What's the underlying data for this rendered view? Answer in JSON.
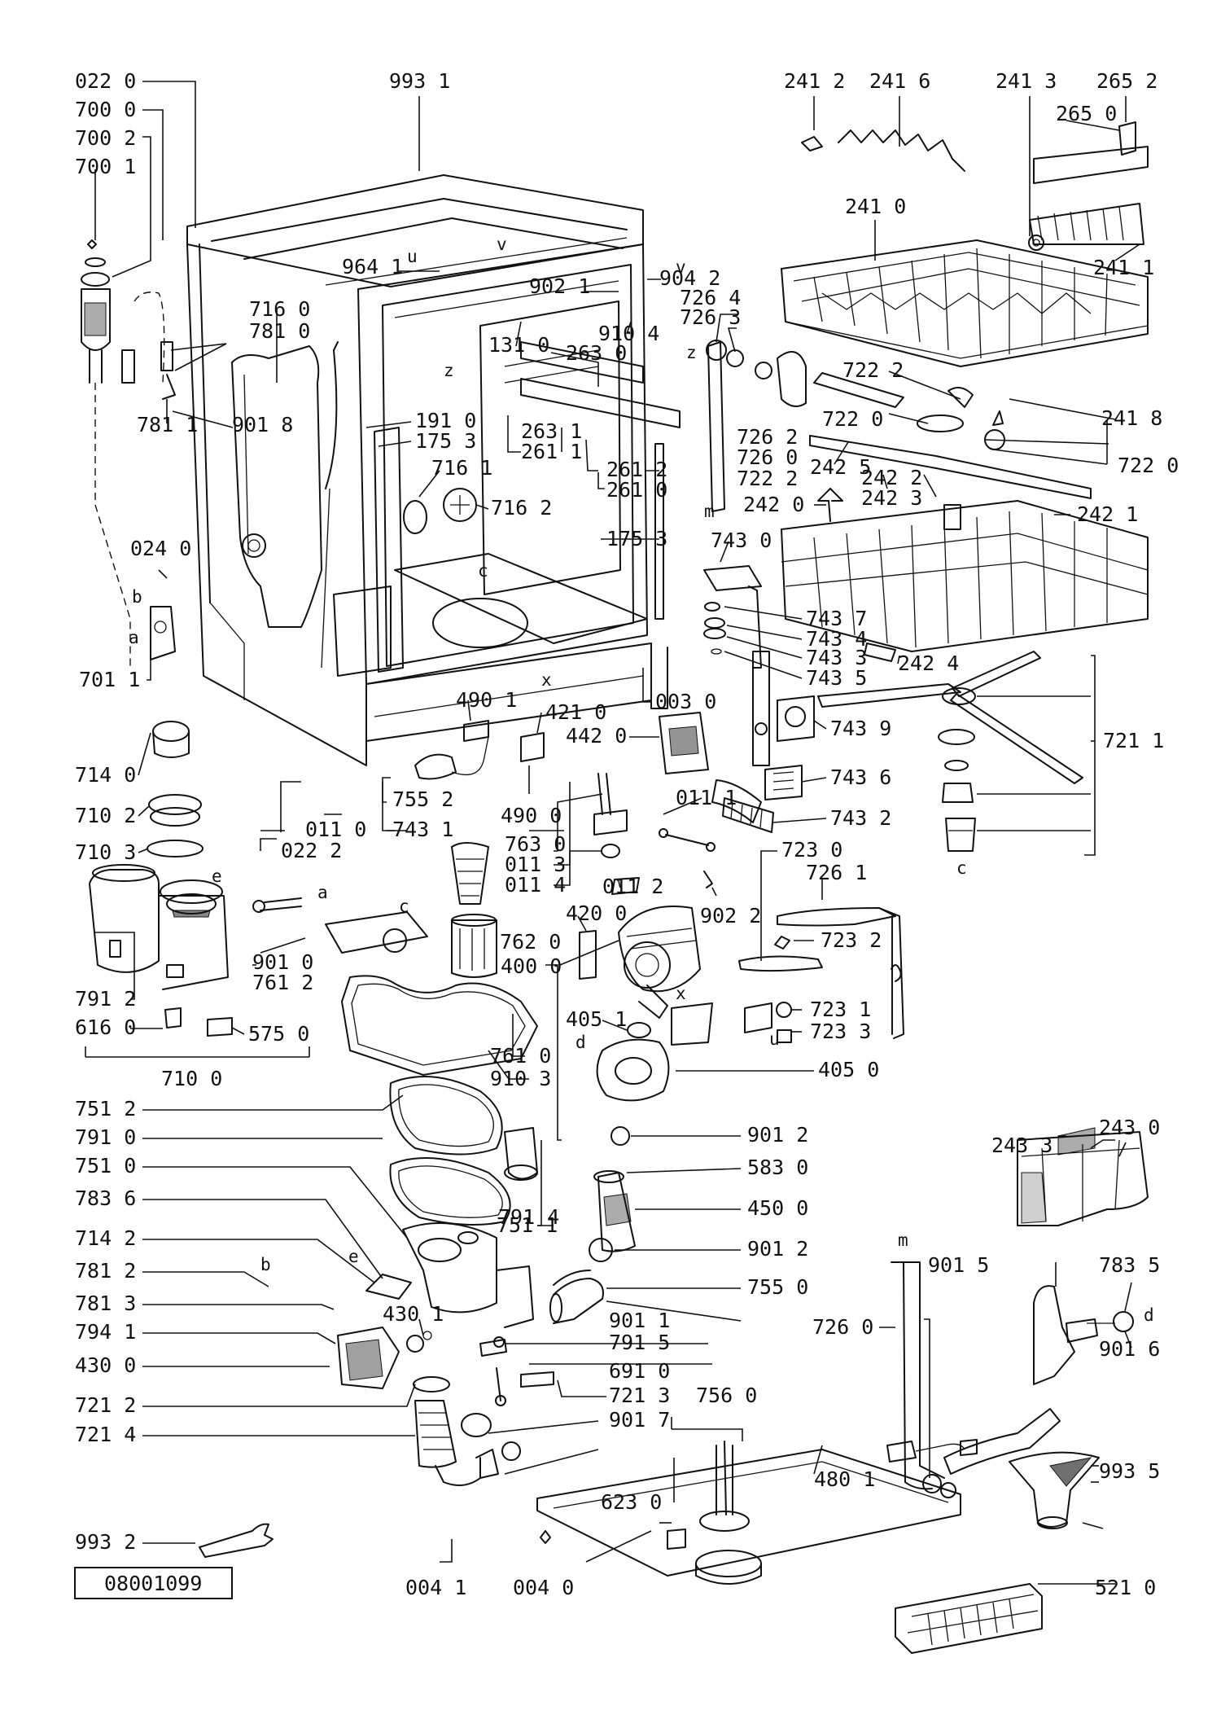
{
  "title_code": "08001099",
  "labels": {
    "l0220": "022 0",
    "l7000": "700 0",
    "l7002": "700 2",
    "l7001": "700 1",
    "l9931": "993 1",
    "l2412": "241 2",
    "l2416": "241 6",
    "l2413": "241 3",
    "l2652": "265 2",
    "l2650": "265 0",
    "l2410": "241 0",
    "l2411": "241 1",
    "l9641": "964 1",
    "l9042": "904 2",
    "l9021": "902 1",
    "l7264": "726 4",
    "l7263": "726 3",
    "l9104": "910 4",
    "l1310": "131 0",
    "l2630": "263 0",
    "l7160": "716 0",
    "l7810": "781 0",
    "l9018": "901 8",
    "l7811": "781 1",
    "l1910": "191 0",
    "l1753a": "175 3",
    "l7161": "716 1",
    "l7162": "716 2",
    "l2631": "263 1",
    "l2611": "261 1",
    "l2612": "261 2",
    "l2610": "261 0",
    "l7262": "726 2",
    "l7260a": "726 0",
    "l7222a": "722 2",
    "l7222b": "722 2",
    "l7220a": "722 0",
    "l2418": "241 8",
    "l7220b": "722 0",
    "l2425": "242 5",
    "l2422": "242 2",
    "l2423": "242 3",
    "l2420": "242 0",
    "l2421": "242 1",
    "l1753b": "175 3",
    "l7430": "743 0",
    "l0240": "024 0",
    "l7437": "743 7",
    "l7434": "743 4",
    "l7433": "743 3",
    "l7435": "743 5",
    "l2424": "242 4",
    "l7011": "701 1",
    "l0030": "003 0",
    "l4901": "490 1",
    "l4210": "421 0",
    "l4420": "442 0",
    "l7439": "743 9",
    "l7211": "721 1",
    "l7140": "714 0",
    "l7102": "710 2",
    "l7103": "710 3",
    "l0110": "011 0",
    "l7552": "755 2",
    "l7431": "743 1",
    "l0222": "022 2",
    "l4900": "490 0",
    "l7630": "763 0",
    "l0113": "011 3",
    "l0114": "011 4",
    "l0111": "011 1",
    "l7436": "743 6",
    "l7432": "743 2",
    "l7230": "723 0",
    "l7261": "726 1",
    "l0112": "011 2",
    "l9022": "902 2",
    "l7912": "791 2",
    "l6160": "616 0",
    "l9010": "901 0",
    "l7612": "761 2",
    "l5750": "575 0",
    "l7620": "762 0",
    "l4200": "420 0",
    "l4000": "400 0",
    "l7232": "723 2",
    "l7231": "723 1",
    "l7233": "723 3",
    "l4051": "405 1",
    "l4050": "405 0",
    "l7100": "710 0",
    "l7610": "761 0",
    "l9103": "910 3",
    "l7512": "751 2",
    "l7910": "791 0",
    "l7510": "751 0",
    "l7836": "783 6",
    "l7142": "714 2",
    "l7812": "781 2",
    "l7813": "781 3",
    "l7941": "794 1",
    "l4300": "430 0",
    "l7212": "721 2",
    "l7214": "721 4",
    "l9932": "993 2",
    "l7511": "751 1",
    "l9012a": "901 2",
    "l5830": "583 0",
    "l4500": "450 0",
    "l7914": "791 4",
    "l9012b": "901 2",
    "l7550": "755 0",
    "l9011": "901 1",
    "l4301": "430 1",
    "l7915": "791 5",
    "l6910": "691 0",
    "l7213": "721 3",
    "l9017": "901 7",
    "l7560": "756 0",
    "l2430": "243 0",
    "l2433": "243 3",
    "l9015": "901 5",
    "l7835": "783 5",
    "l7260b": "726 0",
    "l9016": "901 6",
    "l4801": "480 1",
    "l6230": "623 0",
    "l9935": "993 5",
    "l0041": "004 1",
    "l0040": "004 0",
    "l5210": "521 0"
  },
  "letters": {
    "u": "u",
    "v": "v",
    "z": "z",
    "m": "m",
    "c": "c",
    "x": "x",
    "a": "a",
    "b": "b",
    "e": "e",
    "d": "d"
  }
}
